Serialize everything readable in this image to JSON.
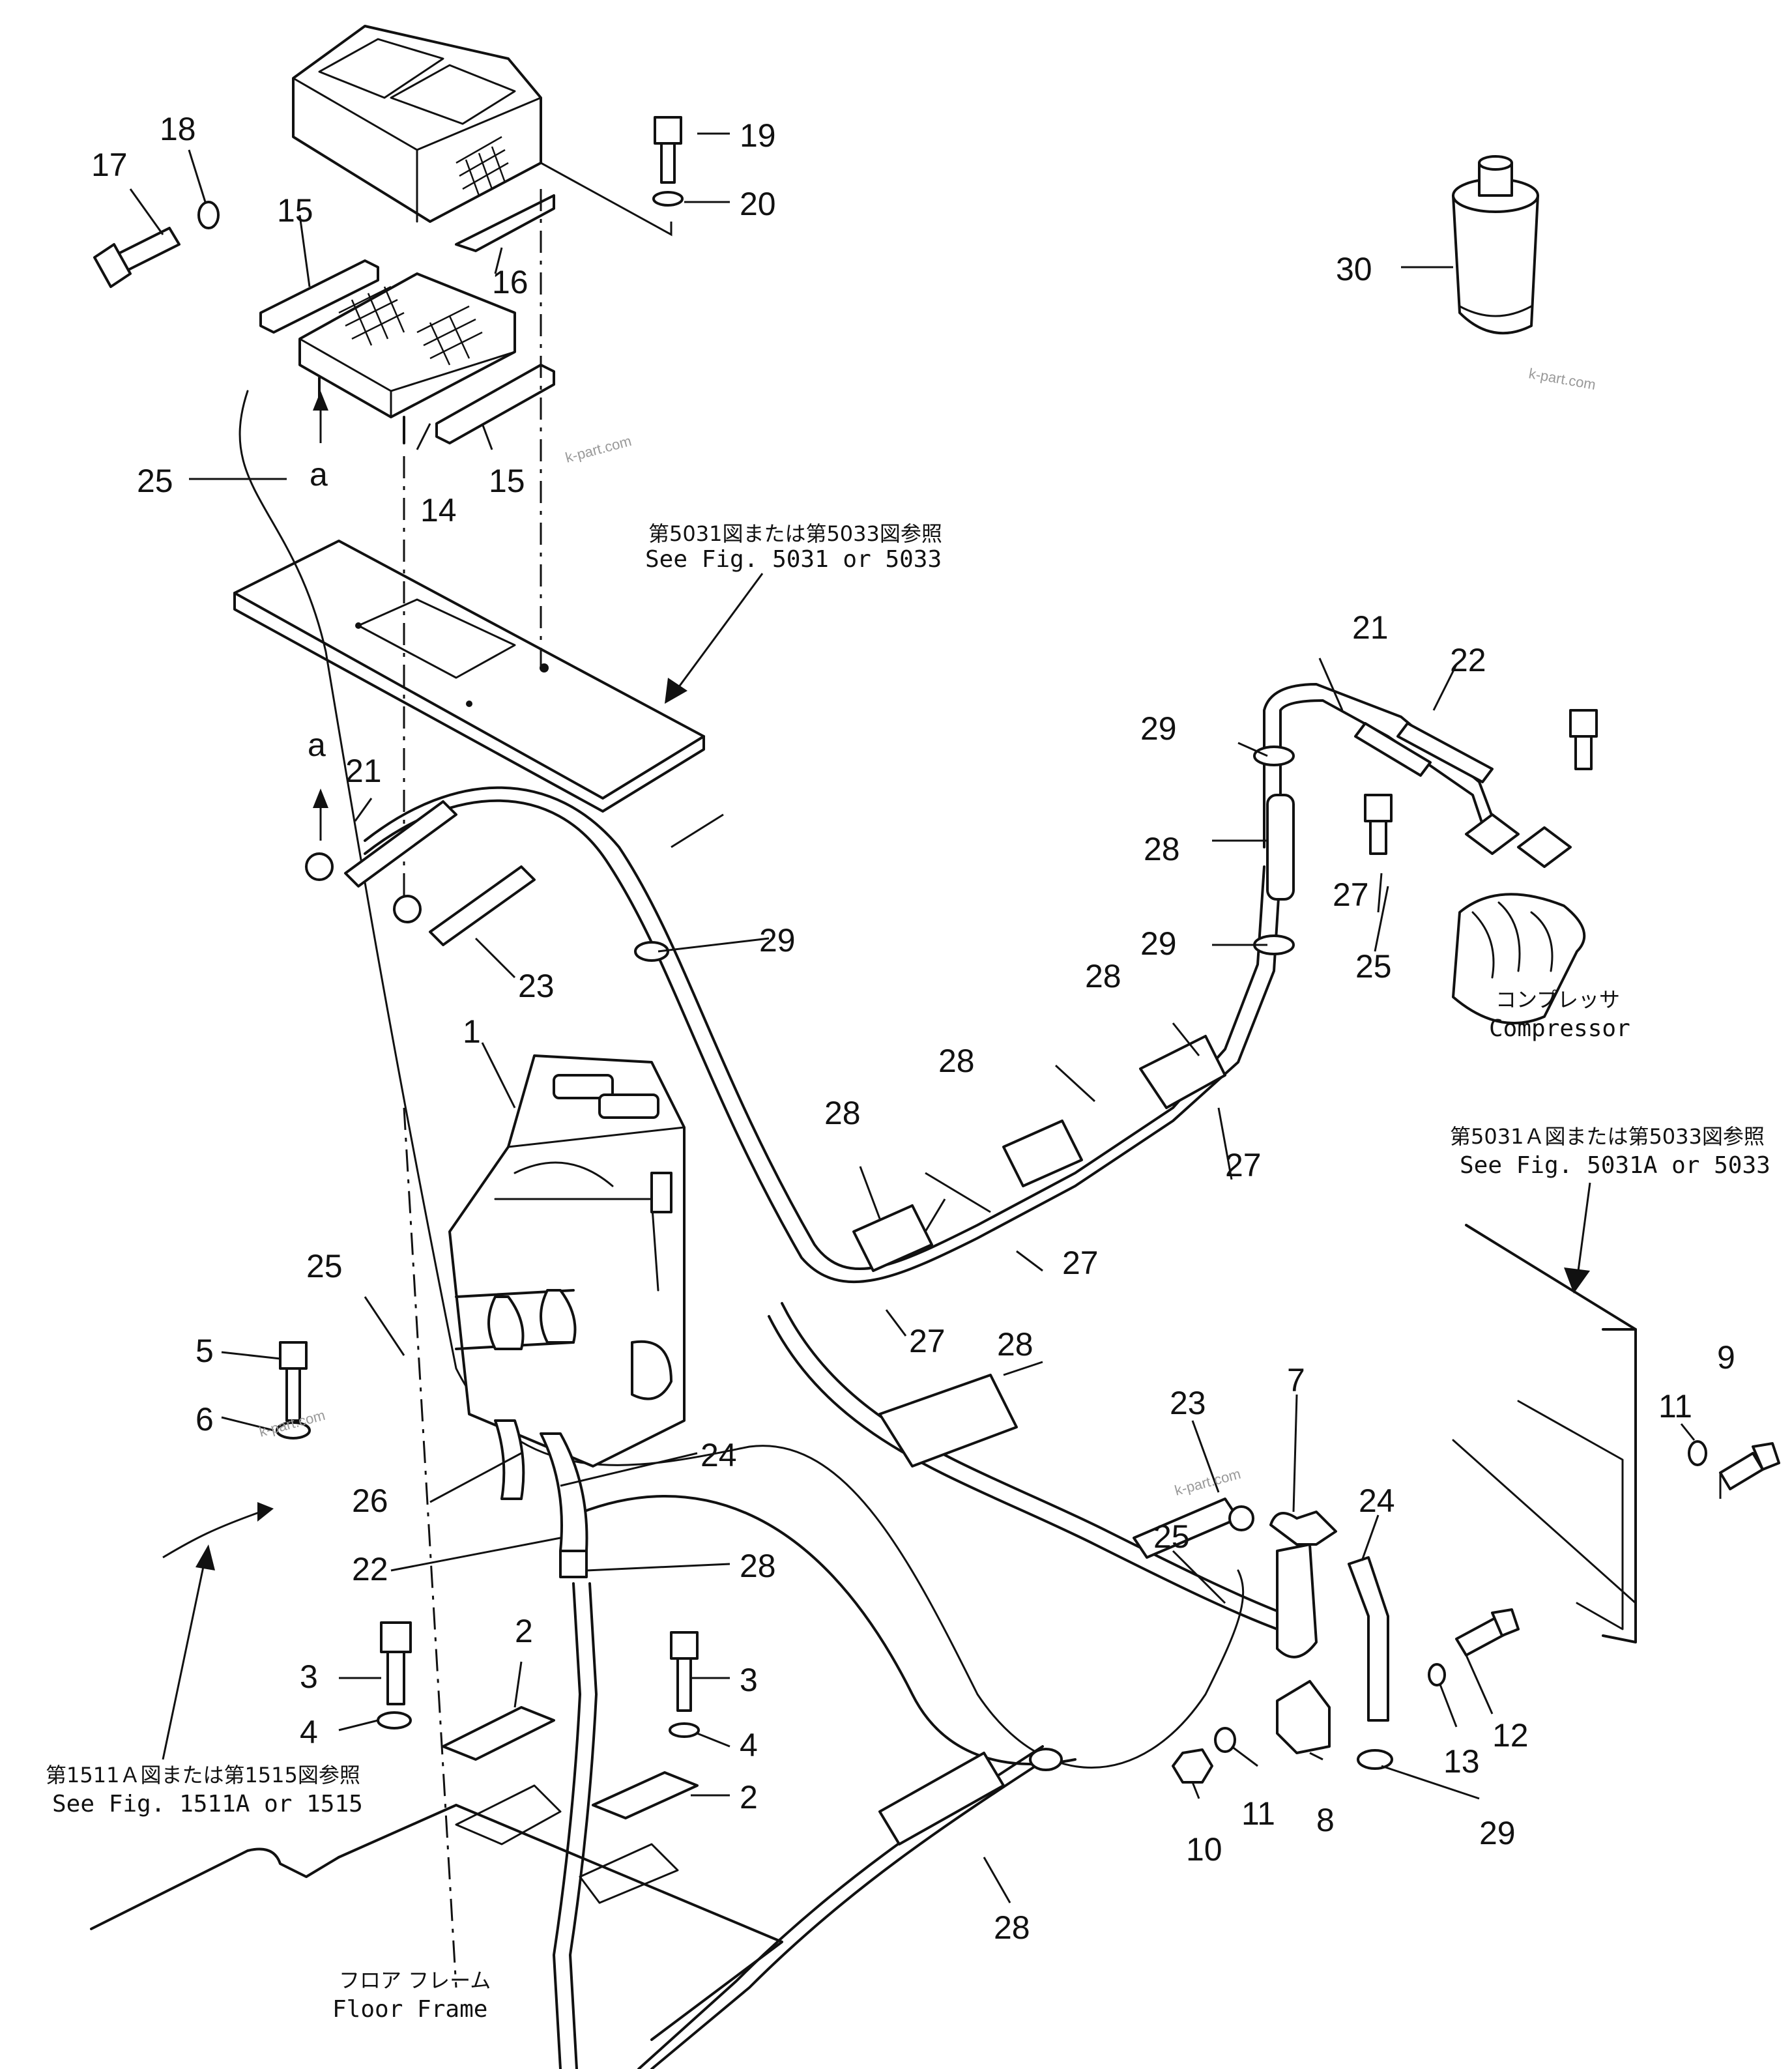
{
  "part_labels": {
    "p1": "1",
    "p2a": "2",
    "p2b": "2",
    "p3a": "3",
    "p3b": "3",
    "p4a": "4",
    "p4b": "4",
    "p5": "5",
    "p6": "6",
    "p7": "7",
    "p8": "8",
    "p9": "9",
    "p10": "10",
    "p11a": "11",
    "p11b": "11",
    "p12": "12",
    "p13": "13",
    "p14": "14",
    "p15a": "15",
    "p15b": "15",
    "p16": "16",
    "p17": "17",
    "p18": "18",
    "p19": "19",
    "p20": "20",
    "p21a": "21",
    "p21b": "21",
    "p22a": "22",
    "p22b": "22",
    "p23a": "23",
    "p23b": "23",
    "p24a": "24",
    "p24b": "24",
    "p25a": "25",
    "p25b": "25",
    "p25c": "25",
    "p25d": "25",
    "p26": "26",
    "p27a": "27",
    "p27b": "27",
    "p27c": "27",
    "p27d": "27",
    "p28a": "28",
    "p28b": "28",
    "p28c": "28",
    "p28d": "28",
    "p28e": "28",
    "p28f": "28",
    "p28g": "28",
    "p29a": "29",
    "p29b": "29",
    "p29c": "29",
    "p29d": "29",
    "p30": "30",
    "view_a_top": "a",
    "view_a_left": "a"
  },
  "references": {
    "ref_5031_jp": "第5031図または第5033図参照",
    "ref_5031_en": "See Fig. 5031 or 5033",
    "ref_5031a_jp": "第5031Ａ図または第5033図参照",
    "ref_5031a_en": "See Fig. 5031A or 5033",
    "ref_1511a_jp": "第1511Ａ図または第1515図参照",
    "ref_1511a_en": "See Fig. 1511A or 1515"
  },
  "component_names": {
    "compressor_jp": "コンプレッサ",
    "compressor_en": "Compressor",
    "floor_frame_jp": "フロア フレーム",
    "floor_frame_en": "Floor Frame"
  },
  "watermark": "k-part.com"
}
